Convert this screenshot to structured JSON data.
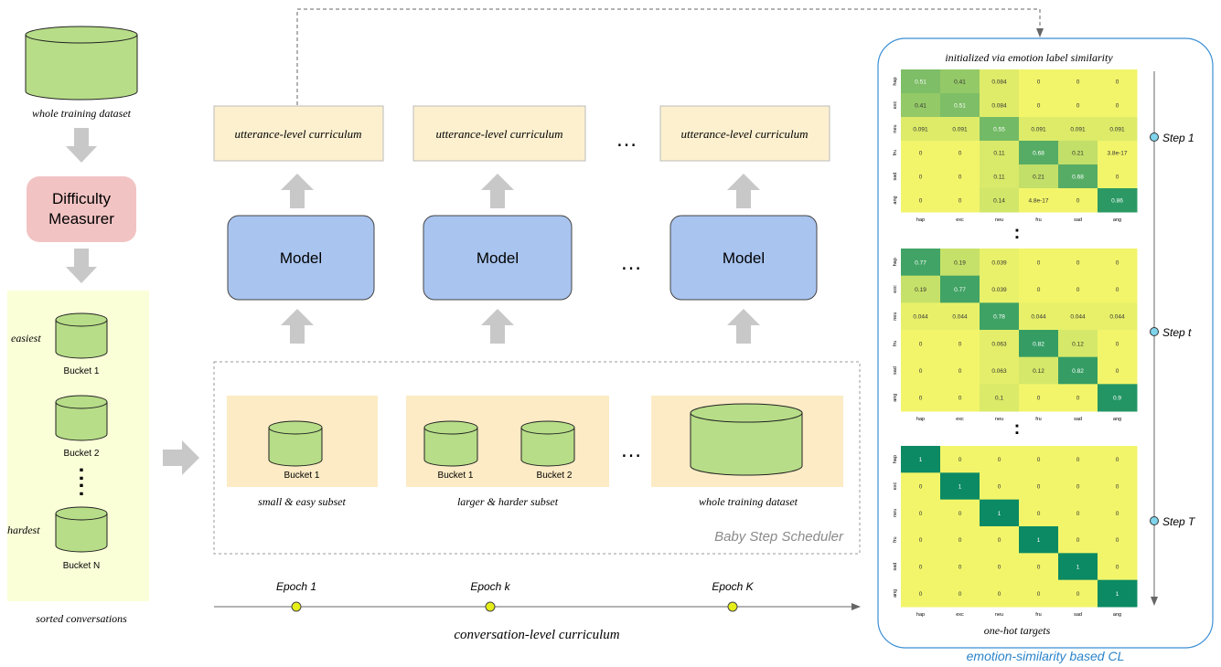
{
  "left_panel": {
    "top_dataset_label": "whole training dataset",
    "difficulty_measurer": [
      "Difficulty",
      "Measurer"
    ],
    "easiest_label": "easiest",
    "hardest_label": "hardest",
    "buckets": [
      "Bucket 1",
      "Bucket 2",
      "Bucket N"
    ],
    "vdots": ":",
    "sorted_label": "sorted conversations"
  },
  "middle": {
    "utterance_curriculum_label": "utterance-level curriculum",
    "model_label": "Model",
    "ellipsis": "…",
    "scheduler_title": "Baby Step Scheduler",
    "subsets": [
      {
        "buckets": [
          "Bucket 1"
        ],
        "caption": "small & easy subset"
      },
      {
        "buckets": [
          "Bucket 1",
          "Bucket 2"
        ],
        "caption": "larger & harder subset"
      },
      {
        "buckets": [],
        "caption": "whole training dataset"
      }
    ],
    "epochs": [
      "Epoch  1",
      "Epoch  k",
      "Epoch  K"
    ],
    "timeline_label": "conversation-level curriculum"
  },
  "right_panel": {
    "title": "initialized via emotion label similarity",
    "footer": "emotion-similarity based CL",
    "one_hot_label": "one-hot  targets",
    "vdots": ":",
    "emotions": [
      "hap",
      "exc",
      "neu",
      "fru",
      "sad",
      "ang"
    ],
    "steps": [
      "Step  1",
      "Step  t",
      "Step  T"
    ],
    "matrices": [
      {
        "cells": [
          [
            "0.51",
            "0.41",
            "0.084",
            "0",
            "0",
            "0"
          ],
          [
            "0.41",
            "0.51",
            "0.084",
            "0",
            "0",
            "0"
          ],
          [
            "0.091",
            "0.091",
            "0.55",
            "0.091",
            "0.091",
            "0.091"
          ],
          [
            "0",
            "0",
            "0.11",
            "0.68",
            "0.21",
            "3.8e-17"
          ],
          [
            "0",
            "0",
            "0.11",
            "0.21",
            "0.68",
            "0"
          ],
          [
            "0",
            "0",
            "0.14",
            "4.8e-17",
            "0",
            "0.86"
          ]
        ],
        "values": [
          [
            0.51,
            0.41,
            0.084,
            0,
            0,
            0
          ],
          [
            0.41,
            0.51,
            0.084,
            0,
            0,
            0
          ],
          [
            0.091,
            0.091,
            0.55,
            0.091,
            0.091,
            0.091
          ],
          [
            0,
            0,
            0.11,
            0.68,
            0.21,
            0
          ],
          [
            0,
            0,
            0.11,
            0.21,
            0.68,
            0
          ],
          [
            0,
            0,
            0.14,
            0,
            0,
            0.86
          ]
        ]
      },
      {
        "cells": [
          [
            "0.77",
            "0.19",
            "0.039",
            "0",
            "0",
            "0"
          ],
          [
            "0.19",
            "0.77",
            "0.039",
            "0",
            "0",
            "0"
          ],
          [
            "0.044",
            "0.044",
            "0.78",
            "0.044",
            "0.044",
            "0.044"
          ],
          [
            "0",
            "0",
            "0.063",
            "0.82",
            "0.12",
            "0"
          ],
          [
            "0",
            "0",
            "0.063",
            "0.12",
            "0.82",
            "0"
          ],
          [
            "0",
            "0",
            "0.1",
            "0",
            "0",
            "0.9"
          ]
        ],
        "values": [
          [
            0.77,
            0.19,
            0.039,
            0,
            0,
            0
          ],
          [
            0.19,
            0.77,
            0.039,
            0,
            0,
            0
          ],
          [
            0.044,
            0.044,
            0.78,
            0.044,
            0.044,
            0.044
          ],
          [
            0,
            0,
            0.063,
            0.82,
            0.12,
            0
          ],
          [
            0,
            0,
            0.063,
            0.12,
            0.82,
            0
          ],
          [
            0,
            0,
            0.1,
            0,
            0,
            0.9
          ]
        ]
      },
      {
        "cells": [
          [
            "1",
            "0",
            "0",
            "0",
            "0",
            "0"
          ],
          [
            "0",
            "1",
            "0",
            "0",
            "0",
            "0"
          ],
          [
            "0",
            "0",
            "1",
            "0",
            "0",
            "0"
          ],
          [
            "0",
            "0",
            "0",
            "1",
            "0",
            "0"
          ],
          [
            "0",
            "0",
            "0",
            "0",
            "1",
            "0"
          ],
          [
            "0",
            "0",
            "0",
            "0",
            "0",
            "1"
          ]
        ],
        "values": [
          [
            1,
            0,
            0,
            0,
            0,
            0
          ],
          [
            0,
            1,
            0,
            0,
            0,
            0
          ],
          [
            0,
            0,
            1,
            0,
            0,
            0
          ],
          [
            0,
            0,
            0,
            1,
            0,
            0
          ],
          [
            0,
            0,
            0,
            0,
            1,
            0
          ],
          [
            0,
            0,
            0,
            0,
            0,
            1
          ]
        ]
      }
    ]
  },
  "colors": {
    "cylinder_fill": "#b7dd88",
    "cylinder_stroke": "#222222",
    "difficulty_fill": "#f2c3c3",
    "model_fill": "#a9c4ef",
    "curriculum_fill": "#fdf0cf",
    "left_panel_bg": "#fbffd8",
    "subset_bg": "#fcebc5",
    "arrow_gray": "#c8c8c8",
    "heat_low": "#f2f56a",
    "heat_high": "#0c8a63",
    "step_node": "#7fd4ec",
    "epoch_node": "#e6ee18",
    "footer_blue": "#2a83c9"
  }
}
